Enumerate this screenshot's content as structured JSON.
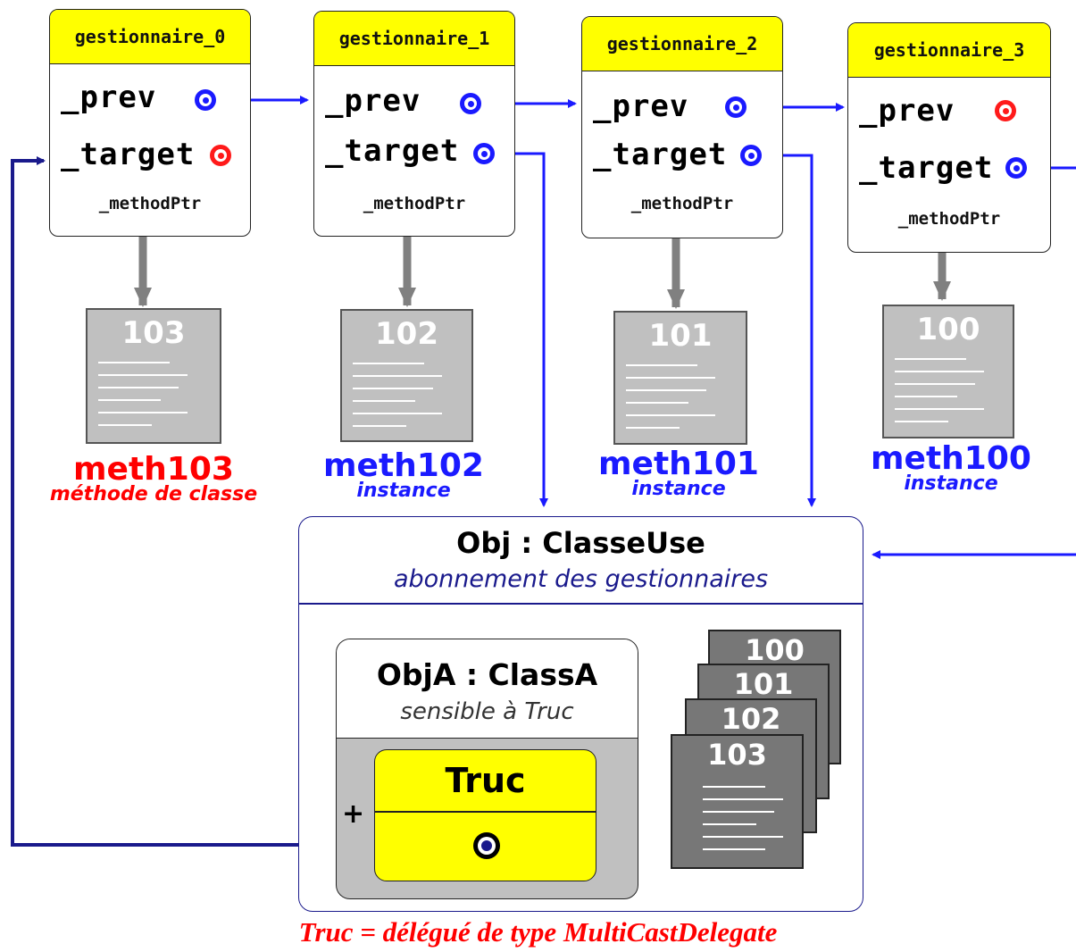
{
  "gestionnaires": [
    {
      "title": "gestionnaire_0",
      "prev": "_prev",
      "target": "_target",
      "method_ptr": "_methodPtr"
    },
    {
      "title": "gestionnaire_1",
      "prev": "_prev",
      "target": "_target",
      "method_ptr": "_methodPtr"
    },
    {
      "title": "gestionnaire_2",
      "prev": "_prev",
      "target": "_target",
      "method_ptr": "_methodPtr"
    },
    {
      "title": "gestionnaire_3",
      "prev": "_prev",
      "target": "_target",
      "method_ptr": "_methodPtr"
    }
  ],
  "methods": [
    {
      "number": "103",
      "name": "meth103",
      "kind": "méthode de classe",
      "color": "#ff0000"
    },
    {
      "number": "102",
      "name": "meth102",
      "kind": "instance",
      "color": "#1a1aff"
    },
    {
      "number": "101",
      "name": "meth101",
      "kind": "instance",
      "color": "#1a1aff"
    },
    {
      "number": "100",
      "name": "meth100",
      "kind": "instance",
      "color": "#1a1aff"
    }
  ],
  "obj": {
    "title": "Obj : ClasseUse",
    "subtitle": "abonnement des gestionnaires"
  },
  "obj_a": {
    "title": "ObjA : ClassA",
    "subtitle": "sensible à Truc",
    "visibility": "+"
  },
  "truc": {
    "title": "Truc"
  },
  "stack": [
    "100",
    "101",
    "102",
    "103"
  ],
  "caption": "Truc =  délégué de type MultiCastDelegate",
  "colors": {
    "header": "#ffff00",
    "link": "#1a1aff",
    "null_port": "#ff1a1a",
    "delegate_link": "#1a1a8c",
    "method_ref": "#808080"
  }
}
